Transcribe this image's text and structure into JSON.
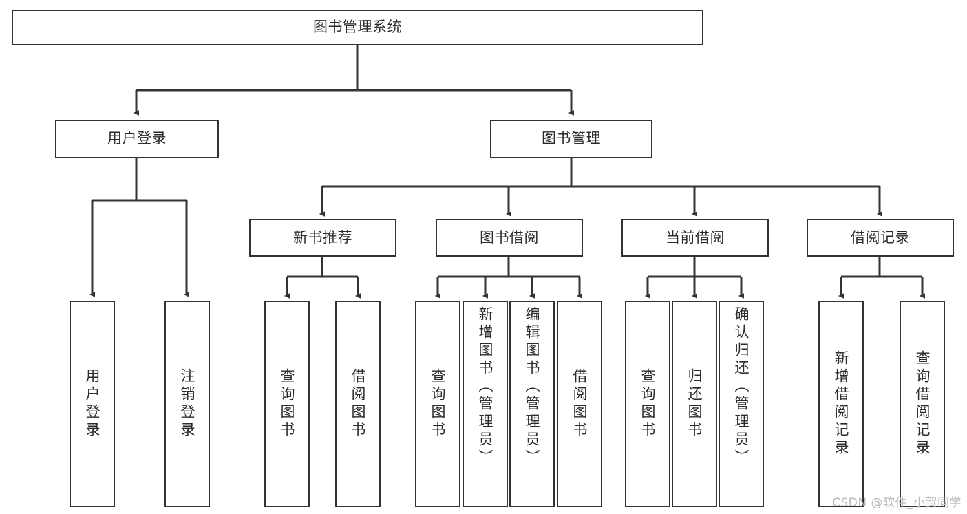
{
  "diagram": {
    "title": "图书管理系统",
    "type": "tree-hierarchy-diagram",
    "colors": {
      "box_border": "#333333",
      "box_fill": "#ffffff",
      "text": "#2b2b2b",
      "connector": "#333333",
      "watermark": "#b9b9b9",
      "background": "#ffffff"
    },
    "root": {
      "label": "图书管理系统"
    },
    "level2": [
      {
        "label": "用户登录"
      },
      {
        "label": "图书管理"
      }
    ],
    "level3": [
      {
        "label": "新书推荐"
      },
      {
        "label": "图书借阅"
      },
      {
        "label": "当前借阅"
      },
      {
        "label": "借阅记录"
      }
    ],
    "leaves": {
      "user_login": [
        {
          "label": "用户登录"
        },
        {
          "label": "注销登录"
        }
      ],
      "new_book_recommend": [
        {
          "label": "查询图书"
        },
        {
          "label": "借阅图书"
        }
      ],
      "book_borrow": [
        {
          "label": "查询图书"
        },
        {
          "label": "新增图书（管理员）"
        },
        {
          "label": "编辑图书（管理员）"
        },
        {
          "label": "借阅图书"
        }
      ],
      "current_borrow": [
        {
          "label": "查询图书"
        },
        {
          "label": "归还图书"
        },
        {
          "label": "确认归还（管理员）"
        }
      ],
      "borrow_record": [
        {
          "label": "新增借阅记录"
        },
        {
          "label": "查询借阅记录"
        }
      ]
    }
  },
  "watermark": {
    "text": "CSDN @软件_小贺同学"
  }
}
